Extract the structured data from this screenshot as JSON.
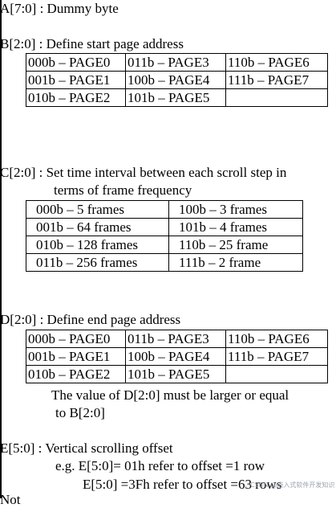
{
  "sections": {
    "a": {
      "label": "A[7:0] : Dummy byte"
    },
    "b": {
      "label": "B[2:0] : Define start page address",
      "rows": [
        [
          "000b – PAGE0",
          "011b – PAGE3",
          "110b – PAGE6"
        ],
        [
          "001b – PAGE1",
          "100b – PAGE4",
          "111b – PAGE7"
        ],
        [
          "010b – PAGE2",
          "101b – PAGE5",
          ""
        ]
      ]
    },
    "c": {
      "label": "C[2:0] : Set time interval between each scroll step in",
      "label_cont": "terms of  frame frequency",
      "rows": [
        [
          "000b – 5 frames",
          "100b – 3 frames"
        ],
        [
          "001b – 64 frames",
          "101b – 4 frames"
        ],
        [
          "010b – 128 frames",
          "110b – 25 frame"
        ],
        [
          "011b – 256 frames",
          "111b – 2 frame"
        ]
      ]
    },
    "d": {
      "label": "D[2:0] : Define end page address",
      "rows": [
        [
          "000b – PAGE0",
          "011b – PAGE3",
          "110b – PAGE6"
        ],
        [
          "001b – PAGE1",
          "100b – PAGE4",
          "111b – PAGE7"
        ],
        [
          "010b – PAGE2",
          "101b – PAGE5",
          ""
        ]
      ],
      "note_line1": "The value of D[2:0] must be larger or equal",
      "note_line2": "to B[2:0]"
    },
    "e": {
      "label": "E[5:0] : Vertical scrolling offset",
      "example1": "e.g. E[5:0]= 01h  refer to offset =1 row",
      "example2": "E[5:0] =3Fh refer to offset =63 rows"
    }
  },
  "partial_text": "Not",
  "watermark": "CSDN @嵌入式软件开发知识"
}
